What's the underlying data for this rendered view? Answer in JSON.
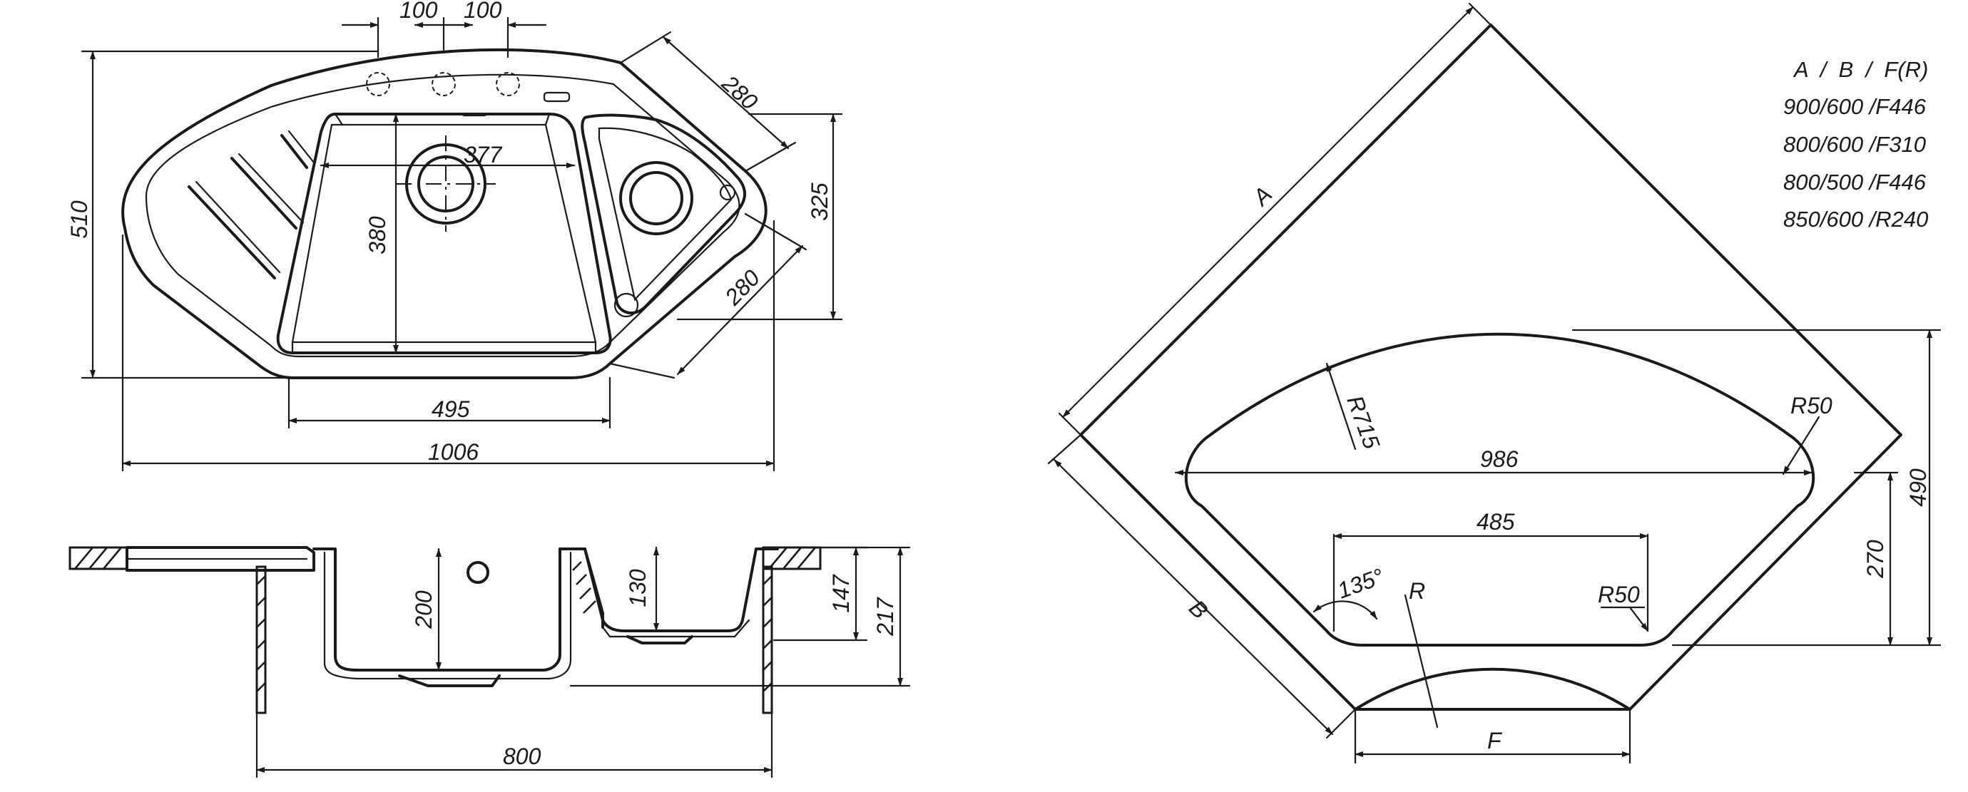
{
  "top_view": {
    "dim_tap_spacing_1": "100",
    "dim_tap_spacing_2": "100",
    "dim_depth_left": "510",
    "dim_bowl_width": "377",
    "dim_bowl_length": "380",
    "dim_bowl_bottom": "495",
    "dim_overall_width": "1006",
    "dim_wing_upper": "280",
    "dim_wing_lower": "280",
    "dim_right_height": "325"
  },
  "section_view": {
    "dim_main_depth": "200",
    "dim_small_depth": "130",
    "dim_height_147": "147",
    "dim_height_217": "217",
    "dim_cabinet_width": "800"
  },
  "cutout_view": {
    "label_a": "A",
    "label_b": "B",
    "label_f": "F",
    "label_r": "R",
    "dim_radius_large": "R715",
    "dim_radius_corner_top": "R50",
    "dim_radius_corner_bottom": "R50",
    "dim_chord": "986",
    "dim_inner": "485",
    "dim_angle": "135°",
    "dim_height_490": "490",
    "dim_height_270": "270"
  },
  "legend": {
    "header": "A  /  B  /  F(R)",
    "rows": [
      "900/600 /F446",
      "800/600 /F310",
      "800/500 /F446",
      "850/600 /R240"
    ]
  }
}
